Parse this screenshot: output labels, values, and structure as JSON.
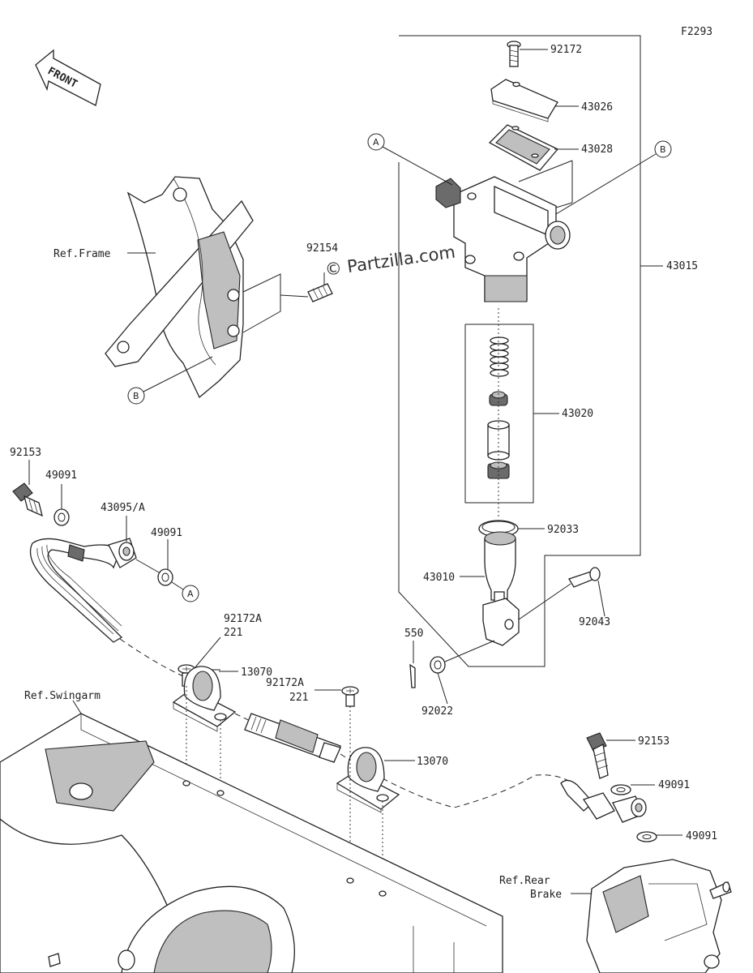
{
  "figure_id": "F2293",
  "front_arrow_label": "FRONT",
  "watermark": "© Partzilla.com",
  "callouts": {
    "a": "A",
    "b": "B"
  },
  "refs": {
    "frame": "Ref.Frame",
    "swingarm": "Ref.Swingarm",
    "rear_brake_line1": "Ref.Rear",
    "rear_brake_line2": "Brake"
  },
  "parts": {
    "p92172": "92172",
    "p43026": "43026",
    "p43028": "43028",
    "p43015": "43015",
    "p92154": "92154",
    "p43020": "43020",
    "p92033": "92033",
    "p43010": "43010",
    "p92043": "92043",
    "p550": "550",
    "p92022": "92022",
    "p92153_top": "92153",
    "p49091_a": "49091",
    "p43095a": "43095/A",
    "p49091_b": "49091",
    "p92172a_1": "92172A",
    "p221_1": "221",
    "p13070_1": "13070",
    "p92172a_2": "92172A",
    "p221_2": "221",
    "p13070_2": "13070",
    "p92153_bottom": "92153",
    "p49091_c": "49091",
    "p49091_d": "49091"
  }
}
